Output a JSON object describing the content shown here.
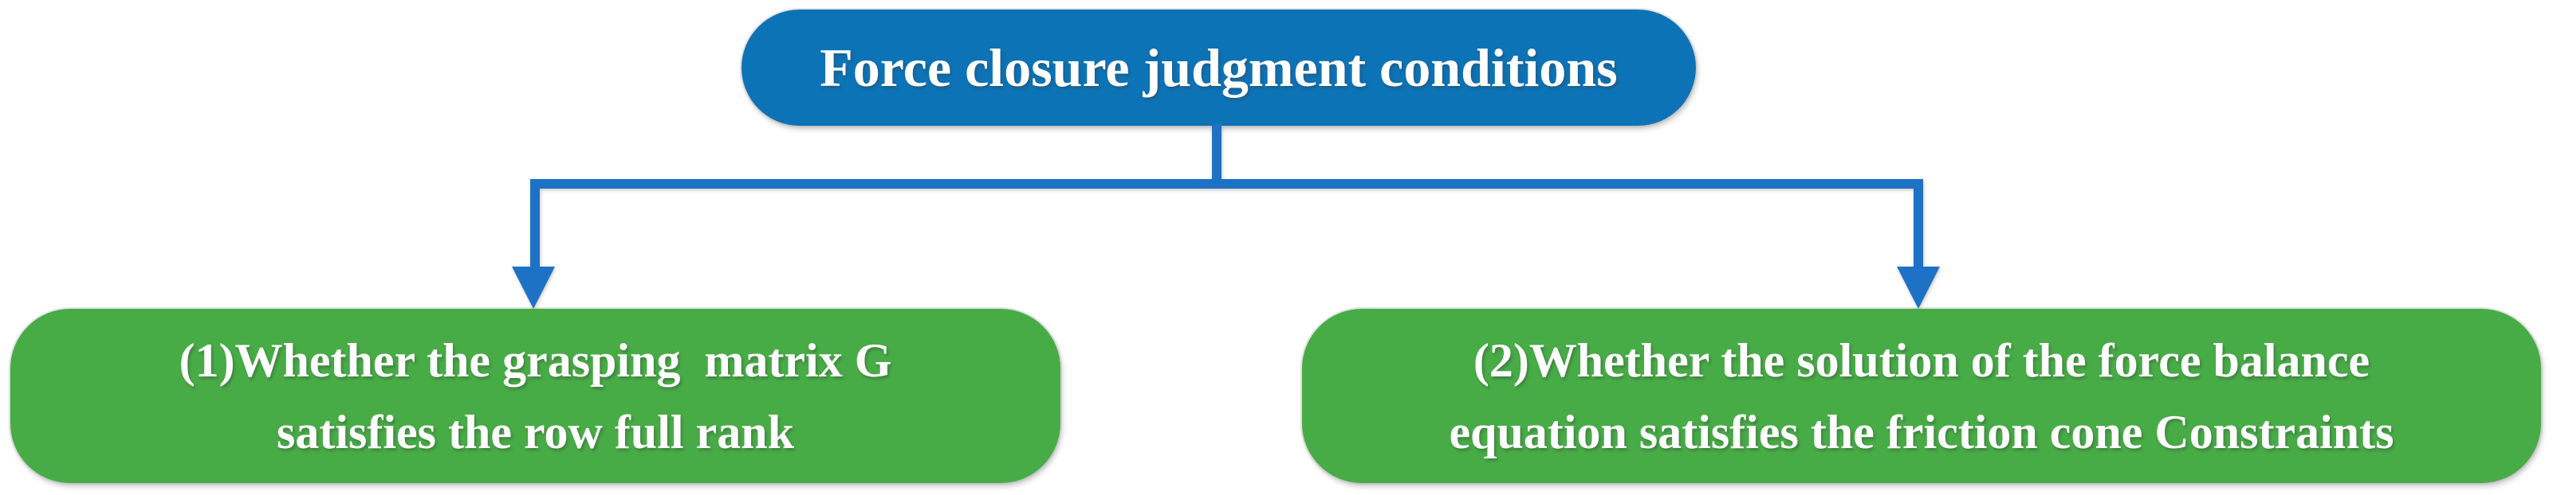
{
  "diagram": {
    "title_node": {
      "label": "Force closure judgment conditions",
      "fill": "#0d73b7",
      "text_color": "#ffffff"
    },
    "connector": {
      "color": "#1e72c5",
      "style": "tree-branch-with-arrowheads"
    },
    "child_nodes": [
      {
        "lines": [
          "(1)Whether the grasping  matrix G",
          "satisfies the row full rank"
        ],
        "fill": "#47ac46",
        "text_color": "#ffffff"
      },
      {
        "lines": [
          "(2)Whether the solution of the force balance",
          "equation satisfies the friction cone Constraints"
        ],
        "fill": "#47ac46",
        "text_color": "#ffffff"
      }
    ]
  }
}
